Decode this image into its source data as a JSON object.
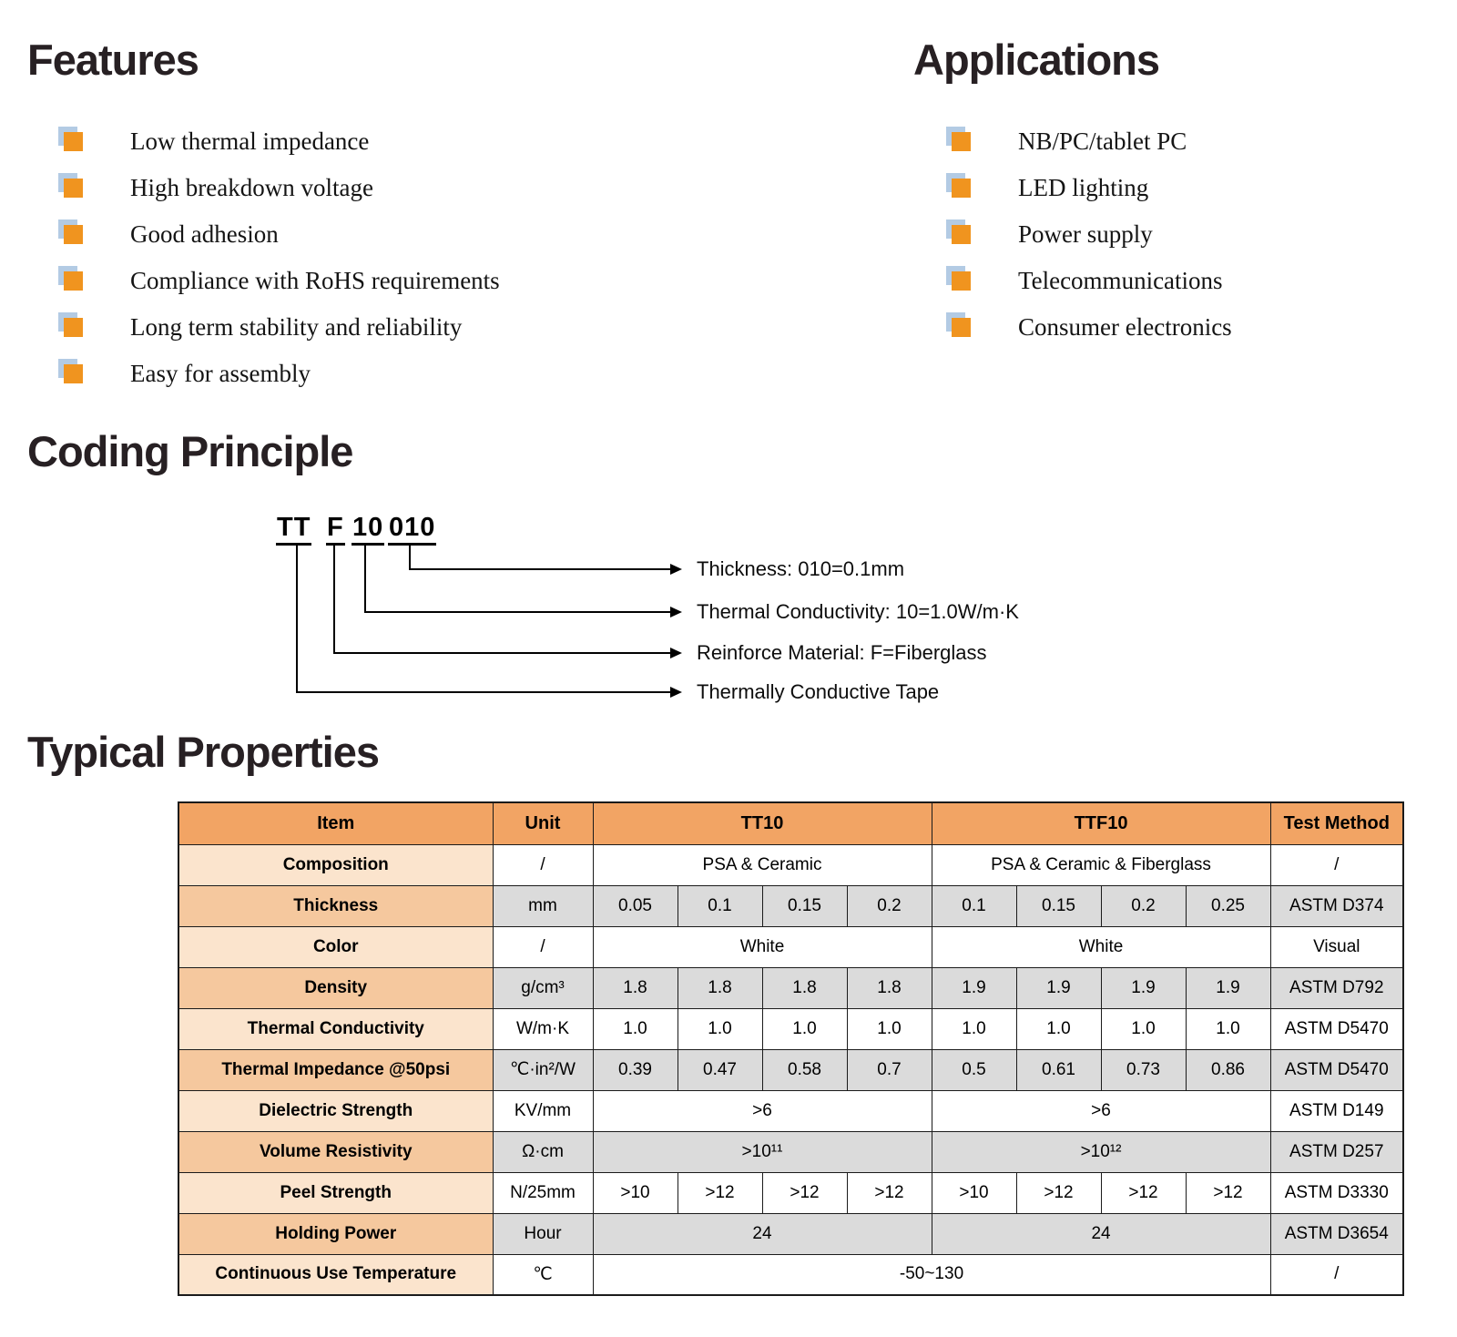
{
  "features": {
    "title": "Features",
    "items": [
      "Low thermal impedance",
      "High breakdown voltage",
      "Good adhesion",
      "Compliance with RoHS requirements",
      "Long term stability and reliability",
      "Easy for assembly"
    ]
  },
  "applications": {
    "title": "Applications",
    "items": [
      "NB/PC/tablet PC",
      "LED lighting",
      "Power supply",
      "Telecommunications",
      "Consumer electronics"
    ]
  },
  "coding": {
    "title": "Coding Principle",
    "code_parts": [
      "TT",
      "F",
      "10",
      "010"
    ],
    "labels": [
      "Thickness: 010=0.1mm",
      "Thermal Conductivity: 10=1.0W/m·K",
      "Reinforce Material: F=Fiberglass",
      "Thermally Conductive Tape"
    ]
  },
  "properties": {
    "title": "Typical Properties",
    "table": {
      "headers": [
        "Item",
        "Unit",
        "TT10",
        "TTF10",
        "Test Method"
      ],
      "rows": [
        {
          "item": "Composition",
          "unit": "/",
          "cells": [
            {
              "text": "PSA & Ceramic",
              "span": 4
            },
            {
              "text": "PSA & Ceramic & Fiberglass",
              "span": 4
            }
          ],
          "test": "/"
        },
        {
          "item": "Thickness",
          "unit": "mm",
          "cells": [
            {
              "text": "0.05"
            },
            {
              "text": "0.1"
            },
            {
              "text": "0.15"
            },
            {
              "text": "0.2"
            },
            {
              "text": "0.1"
            },
            {
              "text": "0.15"
            },
            {
              "text": "0.2"
            },
            {
              "text": "0.25"
            }
          ],
          "test": "ASTM D374"
        },
        {
          "item": "Color",
          "unit": "/",
          "cells": [
            {
              "text": "White",
              "span": 4
            },
            {
              "text": "White",
              "span": 4
            }
          ],
          "test": "Visual"
        },
        {
          "item": "Density",
          "unit": "g/cm³",
          "cells": [
            {
              "text": "1.8"
            },
            {
              "text": "1.8"
            },
            {
              "text": "1.8"
            },
            {
              "text": "1.8"
            },
            {
              "text": "1.9"
            },
            {
              "text": "1.9"
            },
            {
              "text": "1.9"
            },
            {
              "text": "1.9"
            }
          ],
          "test": "ASTM D792"
        },
        {
          "item": "Thermal Conductivity",
          "unit": "W/m·K",
          "cells": [
            {
              "text": "1.0"
            },
            {
              "text": "1.0"
            },
            {
              "text": "1.0"
            },
            {
              "text": "1.0"
            },
            {
              "text": "1.0"
            },
            {
              "text": "1.0"
            },
            {
              "text": "1.0"
            },
            {
              "text": "1.0"
            }
          ],
          "test": "ASTM D5470"
        },
        {
          "item": "Thermal Impedance @50psi",
          "unit": "℃·in²/W",
          "cells": [
            {
              "text": "0.39"
            },
            {
              "text": "0.47"
            },
            {
              "text": "0.58"
            },
            {
              "text": "0.7"
            },
            {
              "text": "0.5"
            },
            {
              "text": "0.61"
            },
            {
              "text": "0.73"
            },
            {
              "text": "0.86"
            }
          ],
          "test": "ASTM D5470"
        },
        {
          "item": "Dielectric Strength",
          "unit": "KV/mm",
          "cells": [
            {
              "text": ">6",
              "span": 4
            },
            {
              "text": ">6",
              "span": 4
            }
          ],
          "test": "ASTM D149"
        },
        {
          "item": "Volume Resistivity",
          "unit": "Ω·cm",
          "cells": [
            {
              "text": ">10¹¹",
              "span": 4
            },
            {
              "text": ">10¹²",
              "span": 4
            }
          ],
          "test": "ASTM D257"
        },
        {
          "item": "Peel Strength",
          "unit": "N/25mm",
          "cells": [
            {
              "text": ">10"
            },
            {
              "text": ">12"
            },
            {
              "text": ">12"
            },
            {
              "text": ">12"
            },
            {
              "text": ">10"
            },
            {
              "text": ">12"
            },
            {
              "text": ">12"
            },
            {
              "text": ">12"
            }
          ],
          "test": "ASTM D3330"
        },
        {
          "item": "Holding Power",
          "unit": "Hour",
          "cells": [
            {
              "text": "24",
              "span": 4
            },
            {
              "text": "24",
              "span": 4
            }
          ],
          "test": "ASTM D3654"
        },
        {
          "item": "Continuous Use Temperature",
          "unit": "℃",
          "cells": [
            {
              "text": "-50~130",
              "span": 8
            }
          ],
          "test": "/"
        }
      ]
    }
  }
}
